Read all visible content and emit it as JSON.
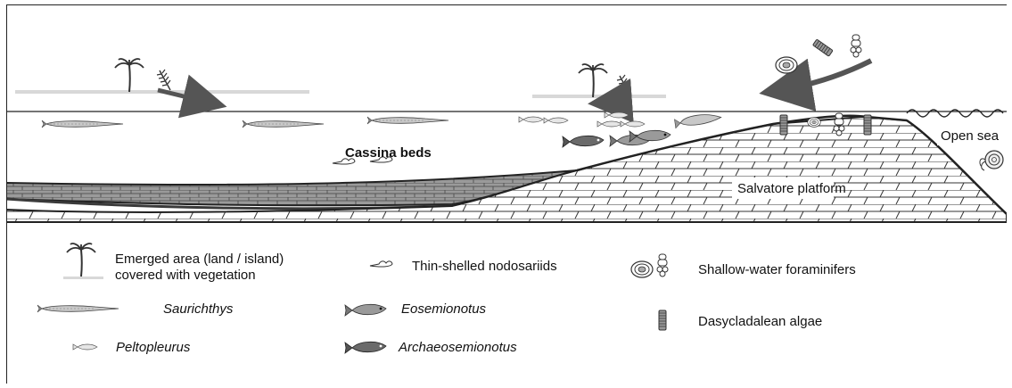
{
  "diagram": {
    "labels": {
      "cassina_beds": "Cassina beds",
      "salvatore_platform": "Salvatore platform",
      "open_sea": "Open sea"
    },
    "legend": {
      "emerged_area_line1": "Emerged area (land / island)",
      "emerged_area_line2": "covered with vegetation",
      "nodosariids": "Thin-shelled nodosariids",
      "foraminifers": "Shallow-water foraminifers",
      "saurichthys": "Saurichthys",
      "eosemionotus": "Eosemionotus",
      "dasycladalean": "Dasycladalean algae",
      "peltopleurus": "Peltopleurus",
      "archaeosemionotus": "Archaeosemionotus"
    },
    "colors": {
      "basin_fill": "#9a9a9a",
      "basin_dark": "#3a3a3a",
      "arrow": "#555555",
      "fish_body": "#c8c8c8",
      "land": "#d8d8d8"
    },
    "icons": [
      "palm-tree-icon",
      "fern-icon",
      "nodosariid-icon",
      "foraminifer-icon",
      "saurichthys-icon",
      "eosemionotus-icon",
      "dasycladalean-icon",
      "peltopleurus-icon",
      "archaeosemionotus-icon",
      "ammonite-icon"
    ]
  }
}
